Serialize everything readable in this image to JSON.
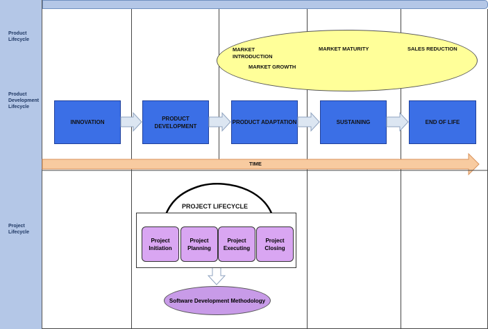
{
  "lanes": {
    "product": "Product Lifecycle",
    "product_dev": "Product Development Lifecycle",
    "project": "Project Lifecycle"
  },
  "market": {
    "introduction": "MARKET INTRODUCTION",
    "growth": "MARKET GROWTH",
    "maturity": "MARKET MATURITY",
    "sales_reduction": "SALES REDUCTION"
  },
  "stages": [
    "INNOVATION",
    "PRODUCT DEVELOPMENT",
    "PRODUCT ADAPTATION",
    "SUSTAINING",
    "END OF LIFE"
  ],
  "time_label": "TIME",
  "project_lifecycle": {
    "title": "PROJECT LIFECYCLE",
    "phases": [
      "Project Initiation",
      "Project Planning",
      "Project Executing",
      "Project Closing"
    ]
  },
  "methodology": "Software Development Methodology",
  "colors": {
    "lane": "#b4c7e7",
    "stage": "#3b6fe6",
    "market": "#ffff99",
    "time_arrow": "#f8cba0",
    "phase": "#d9a6f2"
  }
}
